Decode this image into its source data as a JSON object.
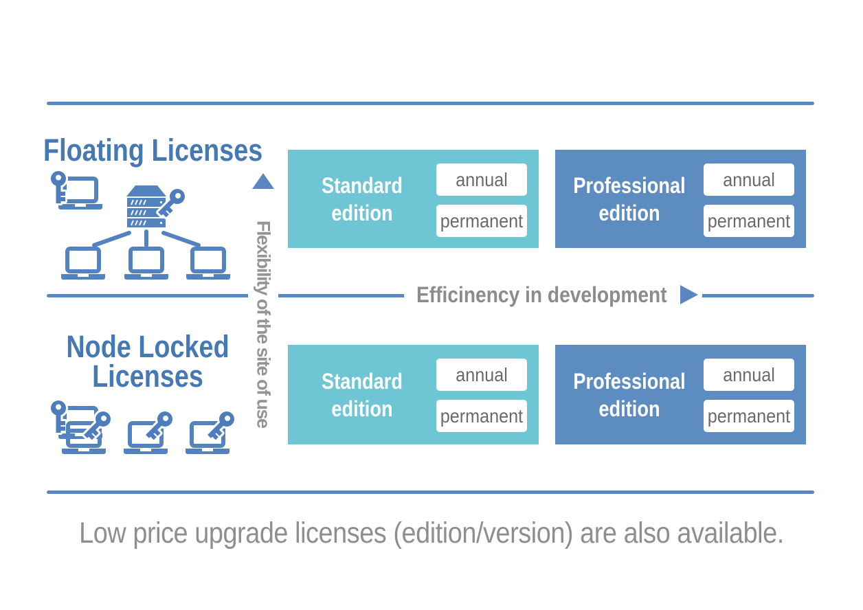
{
  "colors": {
    "accent_line_blue": "#5a87c0",
    "heading_blue": "#4579b4",
    "standard_teal": "#6ec5d3",
    "professional_blue": "#5d8cc1",
    "icon_blue": "#5383bf",
    "axis_gray": "#8c8c8c",
    "badge_text_gray": "#6a6a6a",
    "footer_gray": "#8e8e8e"
  },
  "sections": {
    "floating": {
      "title": "Floating Licenses",
      "icon": "server-with-key-and-laptops-icon"
    },
    "node_locked": {
      "title": "Node Locked Licenses",
      "icon": "laptops-with-keys-icon"
    }
  },
  "axes": {
    "vertical": {
      "label": "Flexibility of the site of use"
    },
    "horizontal": {
      "label": "Efficinency in development"
    }
  },
  "grid": {
    "rows": [
      {
        "name": "floating-row",
        "boxes": [
          {
            "variant": "standard",
            "title": "Standard edition",
            "badges": [
              "annual",
              "permanent"
            ]
          },
          {
            "variant": "professional",
            "title": "Professional edition",
            "badges": [
              "annual",
              "permanent"
            ]
          }
        ]
      },
      {
        "name": "node-locked-row",
        "boxes": [
          {
            "variant": "standard",
            "title": "Standard edition",
            "badges": [
              "annual",
              "permanent"
            ]
          },
          {
            "variant": "professional",
            "title": "Professional edition",
            "badges": [
              "annual",
              "permanent"
            ]
          }
        ]
      }
    ]
  },
  "footer": {
    "note": "Low price upgrade licenses (edition/version) are also available."
  }
}
